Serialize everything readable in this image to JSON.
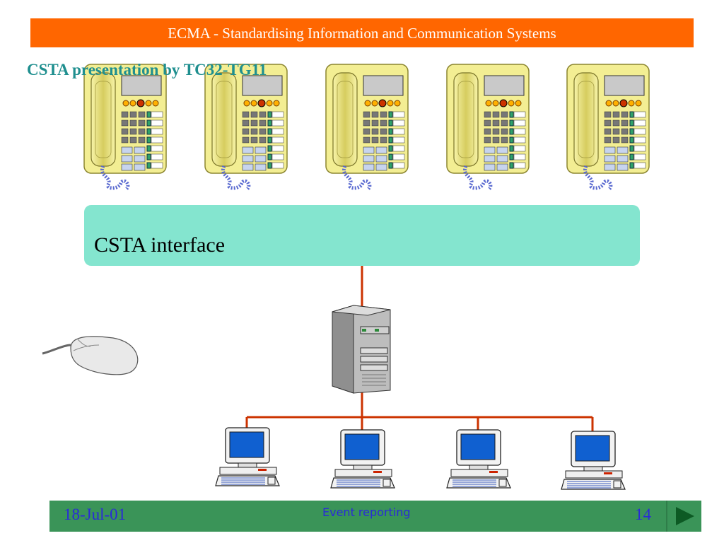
{
  "header": {
    "title": "ECMA - Standardising Information and Communication Systems"
  },
  "slide": {
    "subtitle": "CSTA presentation by TC32-TG11"
  },
  "diagram": {
    "interface_label": "CSTA interface",
    "phones": [
      {
        "name": "phone-1"
      },
      {
        "name": "phone-2"
      },
      {
        "name": "phone-3"
      },
      {
        "name": "phone-4"
      },
      {
        "name": "phone-5"
      }
    ],
    "workstations": [
      {
        "name": "workstation-1"
      },
      {
        "name": "workstation-2"
      },
      {
        "name": "workstation-3"
      },
      {
        "name": "workstation-4"
      }
    ],
    "colors": {
      "interface": "#84e5cf",
      "link": "#cc3300",
      "phone_body": "#f3ee93",
      "screen": "#1060d0"
    }
  },
  "footer": {
    "date": "18-Jul-01",
    "title": "Event reporting",
    "page": "14"
  }
}
